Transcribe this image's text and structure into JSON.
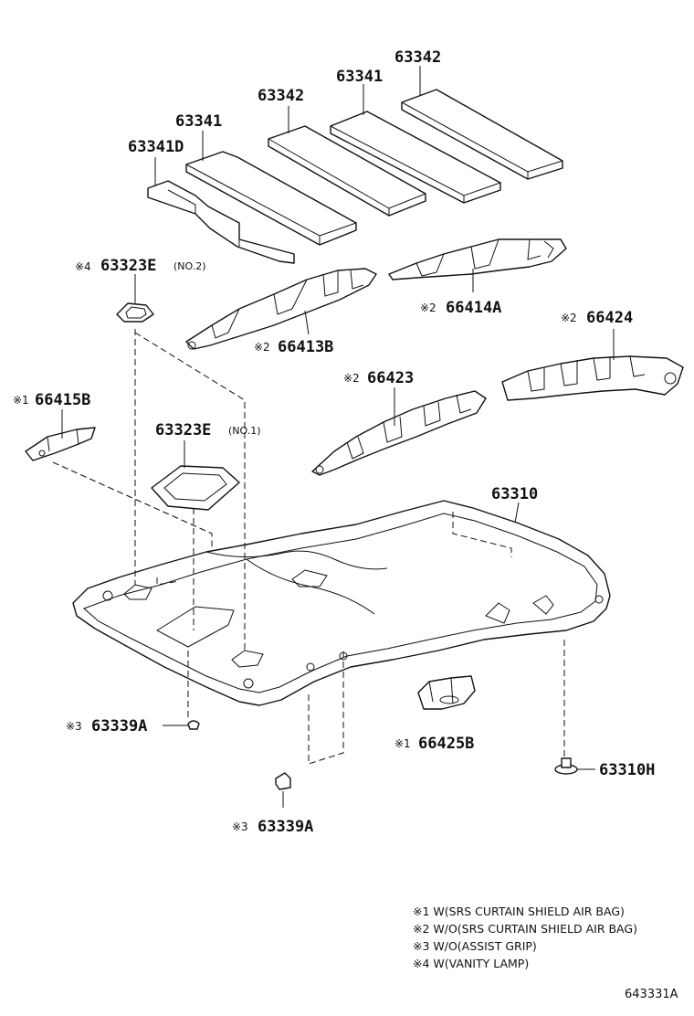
{
  "diagram": {
    "figure_number": "643331A",
    "callouts": {
      "pad_d": "63341D",
      "pad_a_1": "63341",
      "pad_b_1": "63342",
      "pad_a_2": "63341",
      "pad_b_2": "63342",
      "lamp_cover_2": "63323E",
      "lamp_cover_2_note": "(NO.2)",
      "lamp_cover_2_mark": "※4",
      "retainer_13b": "66413B",
      "retainer_13b_mark": "※2",
      "retainer_14a": "66414A",
      "retainer_14a_mark": "※2",
      "retainer_24": "66424",
      "retainer_24_mark": "※2",
      "retainer_23": "66423",
      "retainer_23_mark": "※2",
      "bracket_15b": "66415B",
      "bracket_15b_mark": "※1",
      "lamp_cover_1": "63323E",
      "lamp_cover_1_note": "(NO.1)",
      "headlining": "63310",
      "clip_39a_1": "63339A",
      "clip_39a_1_mark": "※3",
      "bracket_25b": "66425B",
      "bracket_25b_mark": "※1",
      "clip_10h": "63310H",
      "clip_39a_2": "63339A",
      "clip_39a_2_mark": "※3"
    },
    "notes": [
      "※1 W(SRS CURTAIN SHIELD AIR BAG)",
      "※2 W/O(SRS CURTAIN SHIELD AIR BAG)",
      "※3 W/O(ASSIST GRIP)",
      "※4 W(VANITY LAMP)"
    ]
  }
}
